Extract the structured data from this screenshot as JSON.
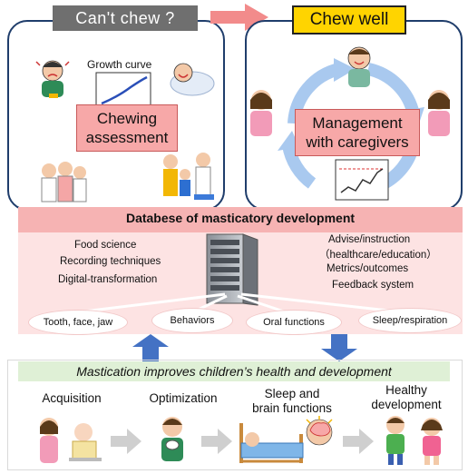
{
  "left_panel": {
    "tag": "Can't chew ?",
    "growth_curve_label": "Growth curve",
    "box_label": [
      "Chewing",
      "assessment"
    ]
  },
  "right_panel": {
    "tag": "Chew well",
    "box_label": [
      "Management",
      "with caregivers"
    ]
  },
  "database": {
    "title": "Databese of masticatory development",
    "left_items": [
      "Food science",
      "Recording techniques",
      "Digital-transformation"
    ],
    "right_items": [
      "Advise/instruction",
      "（healthcare/education）",
      "Metrics/outcomes",
      "Feedback system"
    ],
    "ovals": [
      "Tooth, face, jaw",
      "Behaviors",
      "Oral functions",
      "Sleep/respiration"
    ]
  },
  "bottom": {
    "banner": "Mastication improves children’s health and development",
    "steps": [
      {
        "label": "Acquisition"
      },
      {
        "label": "Optimization"
      },
      {
        "label": "Sleep and\nbrain functions"
      },
      {
        "label": "Healthy\ndevelopment"
      }
    ]
  },
  "colors": {
    "panel_border": "#1f3d6b",
    "pink": "#f7a8a8",
    "arrow_red": "#f28b8b",
    "arrow_blue": "#4472c4",
    "cycle_arrow": "#a9c9ef",
    "yellow": "#ffd400",
    "green_banner": "#dff0d6"
  }
}
